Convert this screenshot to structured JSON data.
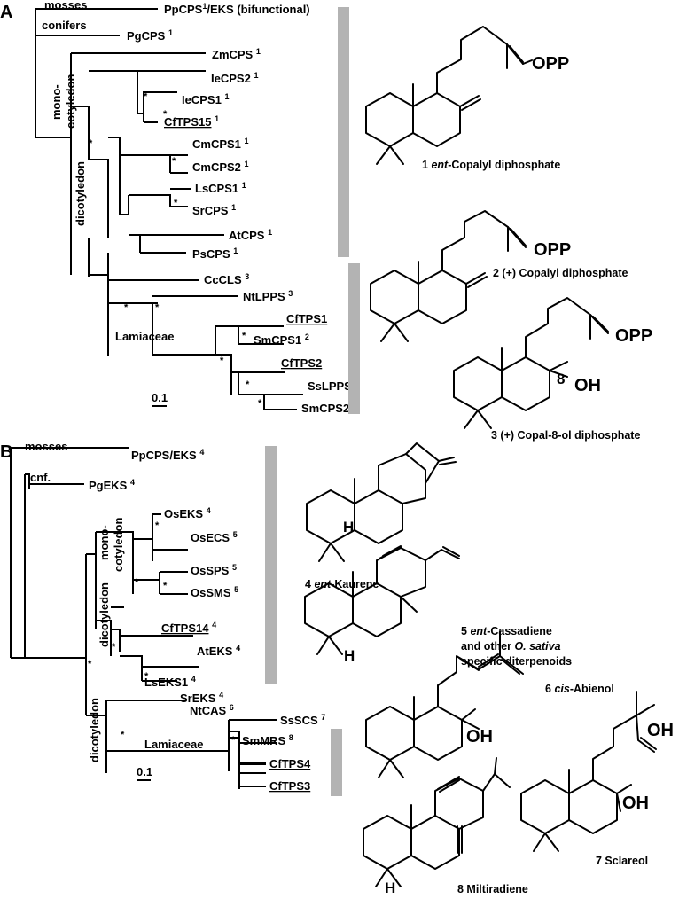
{
  "panels": {
    "a": "A",
    "b": "B"
  },
  "tree_a": {
    "labels": {
      "mosses": "mosses",
      "conifers": "conifers",
      "monocot_1": "mono-",
      "monocot_2": "cotyledon",
      "dicot": "dicotyledon",
      "lamiaceae": "Lamiaceae",
      "scale": "0.1",
      "star": "*"
    },
    "leaves": [
      {
        "name": "PpCPS",
        "ref": "1",
        "suffix": "/EKS (bifunctional)"
      },
      {
        "name": "PgCPS",
        "ref": "1"
      },
      {
        "name": "ZmCPS",
        "ref": "1"
      },
      {
        "name": "IeCPS2",
        "ref": "1"
      },
      {
        "name": "IeCPS1",
        "ref": "1"
      },
      {
        "name": "CfTPS15",
        "ref": "1"
      },
      {
        "name": "CmCPS1",
        "ref": "1"
      },
      {
        "name": "CmCPS2",
        "ref": "1"
      },
      {
        "name": "LsCPS1",
        "ref": "1"
      },
      {
        "name": "SrCPS",
        "ref": "1"
      },
      {
        "name": "AtCPS",
        "ref": "1"
      },
      {
        "name": "PsCPS",
        "ref": "1"
      },
      {
        "name": "CcCLS",
        "ref": "3"
      },
      {
        "name": "NtLPPS",
        "ref": "3"
      },
      {
        "name": "CfTPS1",
        "ref": ""
      },
      {
        "name": "SmCPS1",
        "ref": "2"
      },
      {
        "name": "CfTPS2",
        "ref": ""
      },
      {
        "name": "SsLPPS",
        "ref": "3"
      },
      {
        "name": "SmCPS2",
        "ref": ""
      }
    ]
  },
  "tree_b": {
    "labels": {
      "mosses": "mosses",
      "cnf": "cnf.",
      "monocot_1": "mono-",
      "monocot_2": "cotyledon",
      "dicot": "dicotyledon",
      "dicot2": "dicotyledon",
      "lamiaceae": "Lamiaceae",
      "scale": "0.1",
      "star": "*"
    },
    "leaves": [
      {
        "name": "PpCPS/EKS",
        "ref": "4"
      },
      {
        "name": "PgEKS",
        "ref": "4"
      },
      {
        "name": "OsEKS",
        "ref": "4"
      },
      {
        "name": "OsECS",
        "ref": "5"
      },
      {
        "name": "OsSPS",
        "ref": "5"
      },
      {
        "name": "OsSMS",
        "ref": "5"
      },
      {
        "name": "CfTPS14",
        "ref": "4"
      },
      {
        "name": "AtEKS",
        "ref": "4"
      },
      {
        "name": "LsEKS1",
        "ref": "4"
      },
      {
        "name": "SrEKS",
        "ref": "4"
      },
      {
        "name": "NtCAS",
        "ref": "6"
      },
      {
        "name": "SsSCS",
        "ref": "7"
      },
      {
        "name": "SmMRS",
        "ref": "8"
      },
      {
        "name": "CfTPS4",
        "ref": ""
      },
      {
        "name": "CfTPS3",
        "ref": ""
      }
    ]
  },
  "structures": {
    "opp": "OPP",
    "oh": "OH",
    "h": "H",
    "c8": "8",
    "s1": {
      "num": "1",
      "ital": "ent",
      "rest": "-Copalyl diphosphate"
    },
    "s2": "2 (+) Copalyl diphosphate",
    "s3": "3 (+) Copal-8-ol diphosphate",
    "s4": {
      "num": "4",
      "ital": "ent",
      "rest": "-Kaurene"
    },
    "s5": {
      "line1_num": "5",
      "line1_ital": "ent",
      "line1_rest": "-Cassadiene",
      "line2_a": "and other",
      "line2_ital": "O. sativa",
      "line3": "specific diterpenoids"
    },
    "s6": {
      "num": "6",
      "ital": "cis",
      "rest": "-Abienol"
    },
    "s7": "7 Sclareol",
    "s8": "8 Miltiradiene"
  },
  "colors": {
    "bar": "#b3b3b3",
    "ink": "#000000"
  }
}
